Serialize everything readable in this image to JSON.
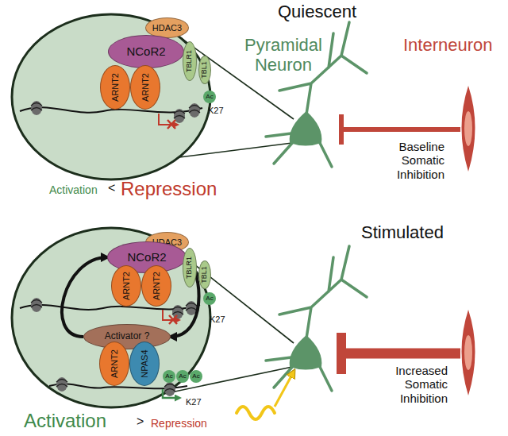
{
  "diagram": {
    "nodes": [
      {
        "text": [
          "HDAC3"
        ]
      },
      {
        "text": [
          "NCoR2"
        ]
      },
      {
        "text": [
          "TBLR1"
        ]
      },
      {
        "text": [
          "TBL1"
        ]
      },
      {
        "text": [
          "ARNT2"
        ]
      },
      {
        "text": [
          "ARNT2"
        ]
      },
      {
        "text": [
          "HDAC3"
        ]
      },
      {
        "text": [
          "NCoR2"
        ]
      },
      {
        "text": [
          "TBLR1"
        ]
      },
      {
        "text": [
          "TBL1"
        ]
      },
      {
        "text": [
          "ARNT2"
        ]
      },
      {
        "text": [
          "ARNT2"
        ]
      },
      {
        "text": [
          "Activator ?"
        ]
      },
      {
        "text": [
          "ARNT2"
        ]
      },
      {
        "text": [
          "NPAS4"
        ]
      }
    ],
    "edges": [
      {
        "from": 12,
        "to": 7,
        "arrow": "to"
      },
      {
        "from": 7,
        "to": 12,
        "arrow": "to"
      }
    ],
    "labels": [
      "Quiescent",
      "Pyramidal Neuron",
      "Interneuron",
      "K27",
      "Ac",
      "Activation",
      "<",
      "Repression",
      "Baseline Somatic Inhibition",
      "Stimulated",
      "K27",
      "Ac",
      "Ac",
      "Ac",
      "Ac",
      "K27",
      "Increased Somatic Inhibition",
      "Activation",
      ">",
      "Repression"
    ]
  }
}
